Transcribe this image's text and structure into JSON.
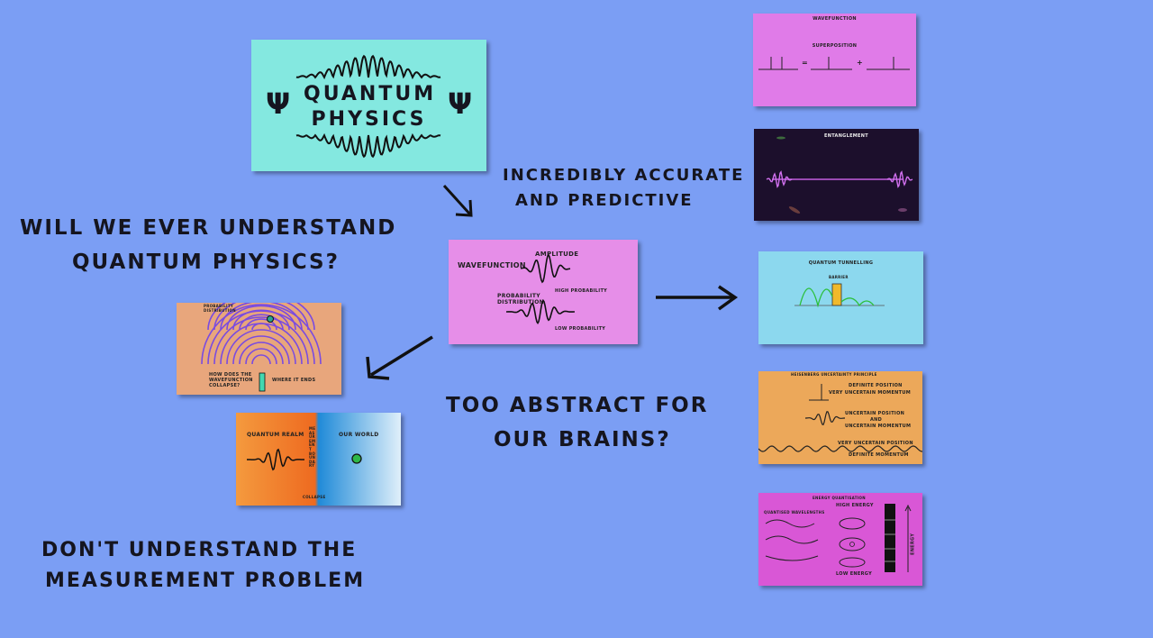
{
  "main_card": {
    "title_line1": "QUANTUM",
    "title_line2": "PHYSICS",
    "symbol": "Ψ",
    "color": "#84e8e0"
  },
  "headings": {
    "question": [
      "WILL WE EVER UNDERSTAND",
      "QUANTUM PHYSICS?"
    ],
    "accurate": [
      "INCREDIBLY ACCURATE",
      "AND PREDICTIVE"
    ],
    "abstract": [
      "TOO ABSTRACT FOR",
      "OUR BRAINS?"
    ],
    "measurement": [
      "DON'T UNDERSTAND THE",
      "MEASUREMENT PROBLEM"
    ]
  },
  "wavefunction_card": {
    "label_wavefunction": "WAVEFUNCTION",
    "label_amplitude": "AMPLITUDE",
    "label_probability": "PROBABILITY DISTRIBUTION",
    "label_high": "HIGH PROBABILITY",
    "label_low": "LOW PROBABILITY",
    "color": "#e68ee8"
  },
  "interference_card": {
    "label_prob": "PROBABILITY DISTRIBUTION",
    "label_collapse": "HOW DOES THE WAVEFUNCTION COLLAPSE?",
    "label_ends": "WHERE IT ENDS",
    "color": "#e8a67c"
  },
  "realm_card": {
    "label_quantum": "QUANTUM REALM",
    "label_world": "OUR WORLD",
    "label_boundary": "MEASUREMENT BOUNDARY",
    "label_collapse": "COLLAPSE"
  },
  "side_cards": {
    "superposition": {
      "title": "WAVEFUNCTION",
      "subtitle": "SUPERPOSITION",
      "eq": "=",
      "plus": "+",
      "color": "#e07be8"
    },
    "entanglement": {
      "title": "ENTANGLEMENT",
      "color": "#1c0f2c"
    },
    "tunnelling": {
      "title": "QUANTUM TUNNELLING",
      "barrier": "BARRIER",
      "color": "#8cd8ee"
    },
    "uncertainty": {
      "title": "HEISENBERG UNCERTAINTY PRINCIPLE",
      "row1": [
        "DEFINITE POSITION",
        "VERY UNCERTAIN MOMENTUM"
      ],
      "row2": [
        "UNCERTAIN POSITION",
        "AND",
        "UNCERTAIN MOMENTUM"
      ],
      "row3": [
        "VERY UNCERTAIN POSITION",
        "DEFINITE MOMENTUM"
      ],
      "color": "#eca85a"
    },
    "energy": {
      "title": "ENERGY QUANTISATION",
      "left_label": "QUANTISED WAVELENGTHS",
      "high": "HIGH ENERGY",
      "low": "LOW ENERGY",
      "axis": "ENERGY",
      "color": "#d957d6"
    }
  }
}
